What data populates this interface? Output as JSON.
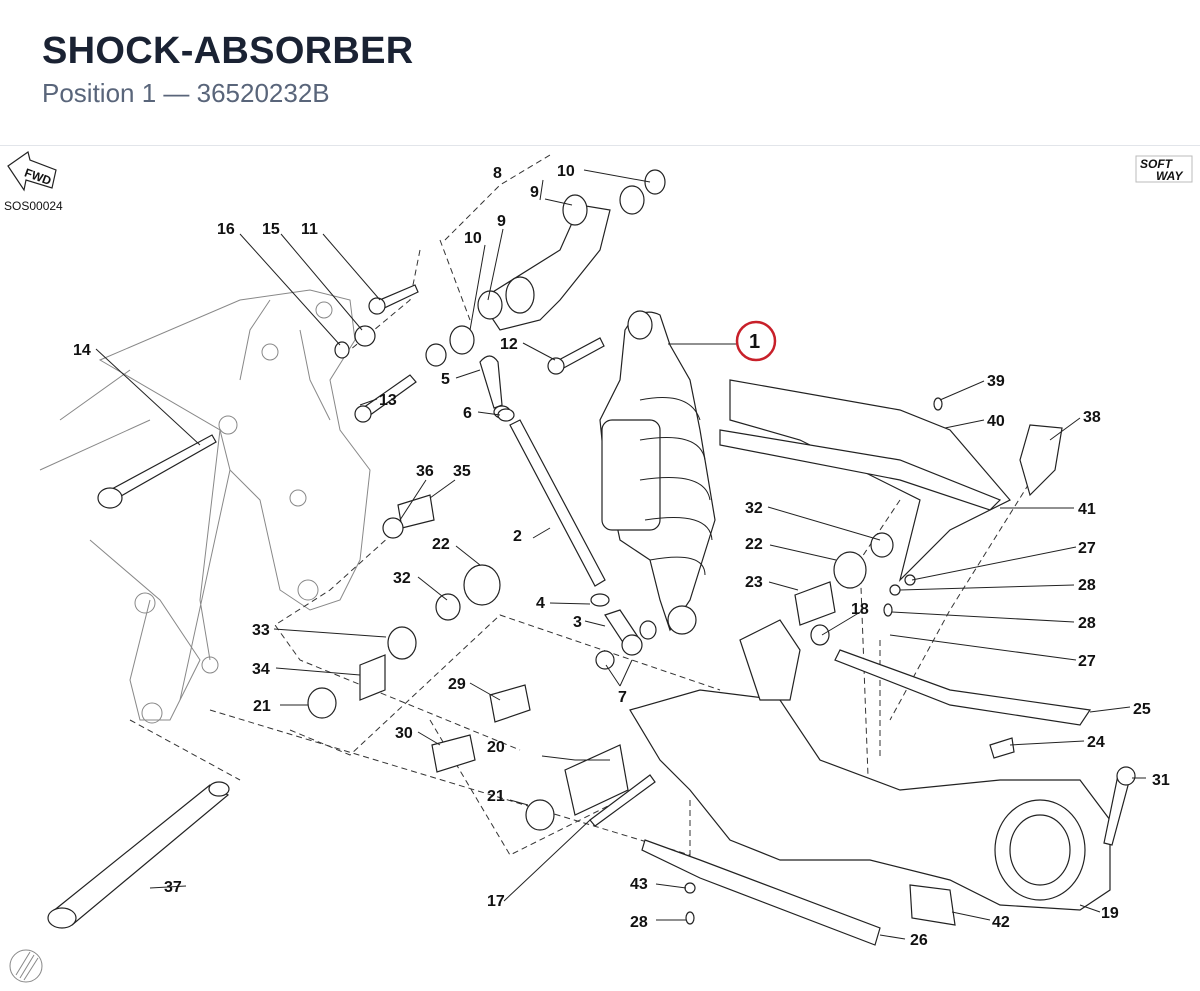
{
  "header": {
    "title": "SHOCK-ABSORBER",
    "subtitle": "Position 1 — 36520232B"
  },
  "diagram": {
    "drawing_code": "SOS00024",
    "fwd_label": "FWD",
    "brand_line1": "SOFT",
    "brand_line2": "WAY",
    "highlighted": "1",
    "callouts": {
      "c1": "1",
      "c2": "2",
      "c3": "3",
      "c4": "4",
      "c5": "5",
      "c6": "6",
      "c7": "7",
      "c8": "8",
      "c9a": "9",
      "c9b": "9",
      "c10a": "10",
      "c10b": "10",
      "c11": "11",
      "c12": "12",
      "c13": "13",
      "c14": "14",
      "c15": "15",
      "c16": "16",
      "c17": "17",
      "c18": "18",
      "c19": "19",
      "c20": "20",
      "c21a": "21",
      "c21b": "21",
      "c22a": "22",
      "c22b": "22",
      "c23": "23",
      "c24": "24",
      "c25": "25",
      "c26": "26",
      "c27a": "27",
      "c27b": "27",
      "c28a": "28",
      "c28b": "28",
      "c28c": "28",
      "c29": "29",
      "c30": "30",
      "c31": "31",
      "c32a": "32",
      "c32b": "32",
      "c33": "33",
      "c34": "34",
      "c35": "35",
      "c36": "36",
      "c37": "37",
      "c38": "38",
      "c39": "39",
      "c40": "40",
      "c41": "41",
      "c42": "42",
      "c43": "43"
    }
  }
}
